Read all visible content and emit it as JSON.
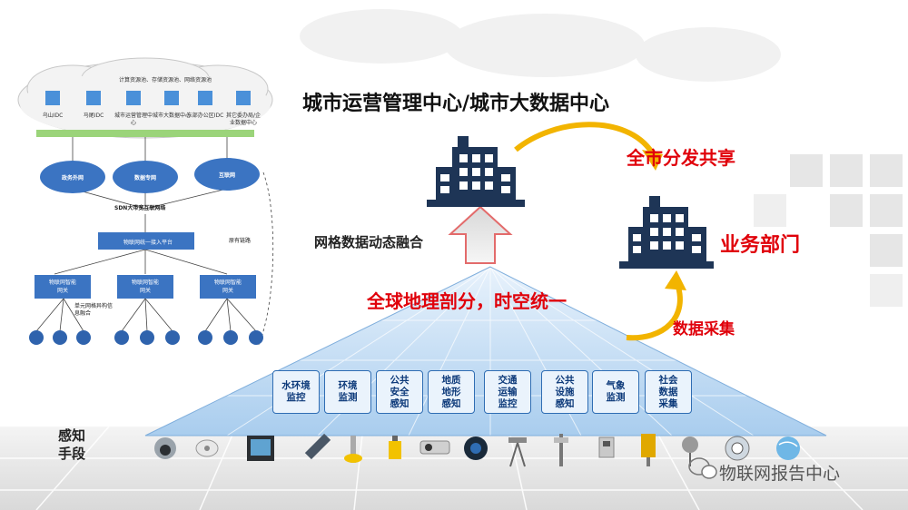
{
  "left_panel": {
    "cloud_text": "计算资源池、存储资源池、网络资源池",
    "idcs": [
      "乌山IDC",
      "马尾IDC",
      "城市运营管理中心",
      "城市大数据中心",
      "东部办公区IDC",
      "其它委办局/企业数据中心"
    ],
    "networks": [
      "政务外网",
      "数据专网",
      "互联网"
    ],
    "backbone": "SDN大带宽互联网络",
    "platform": "物联网统一接入平台",
    "link_label": "原有链路",
    "gateways": [
      "物联网智能网关",
      "物联网智能网关",
      "物联网智能网关"
    ],
    "fusion_label": "单元网格异构信息融合"
  },
  "title": "城市运营管理中心/城市大数据中心",
  "share_label": "全市分发共享",
  "dept_label": "业务部门",
  "fusion_label": "网格数据动态融合",
  "collect_label": "数据采集",
  "pyramid_label": "全球地理剖分，时空统一",
  "categories": [
    "水环境监控",
    "环境监测",
    "公共安全感知",
    "地质地形感知",
    "交通运输监控",
    "公共设施感知",
    "气象监测",
    "社会数据采集"
  ],
  "sensing_label": "感知手段",
  "watermark": "物联网报告中心",
  "colors": {
    "red": "#e0000a",
    "navy": "#1e3556",
    "blue": "#3b74c2",
    "yellow": "#f2b400"
  }
}
